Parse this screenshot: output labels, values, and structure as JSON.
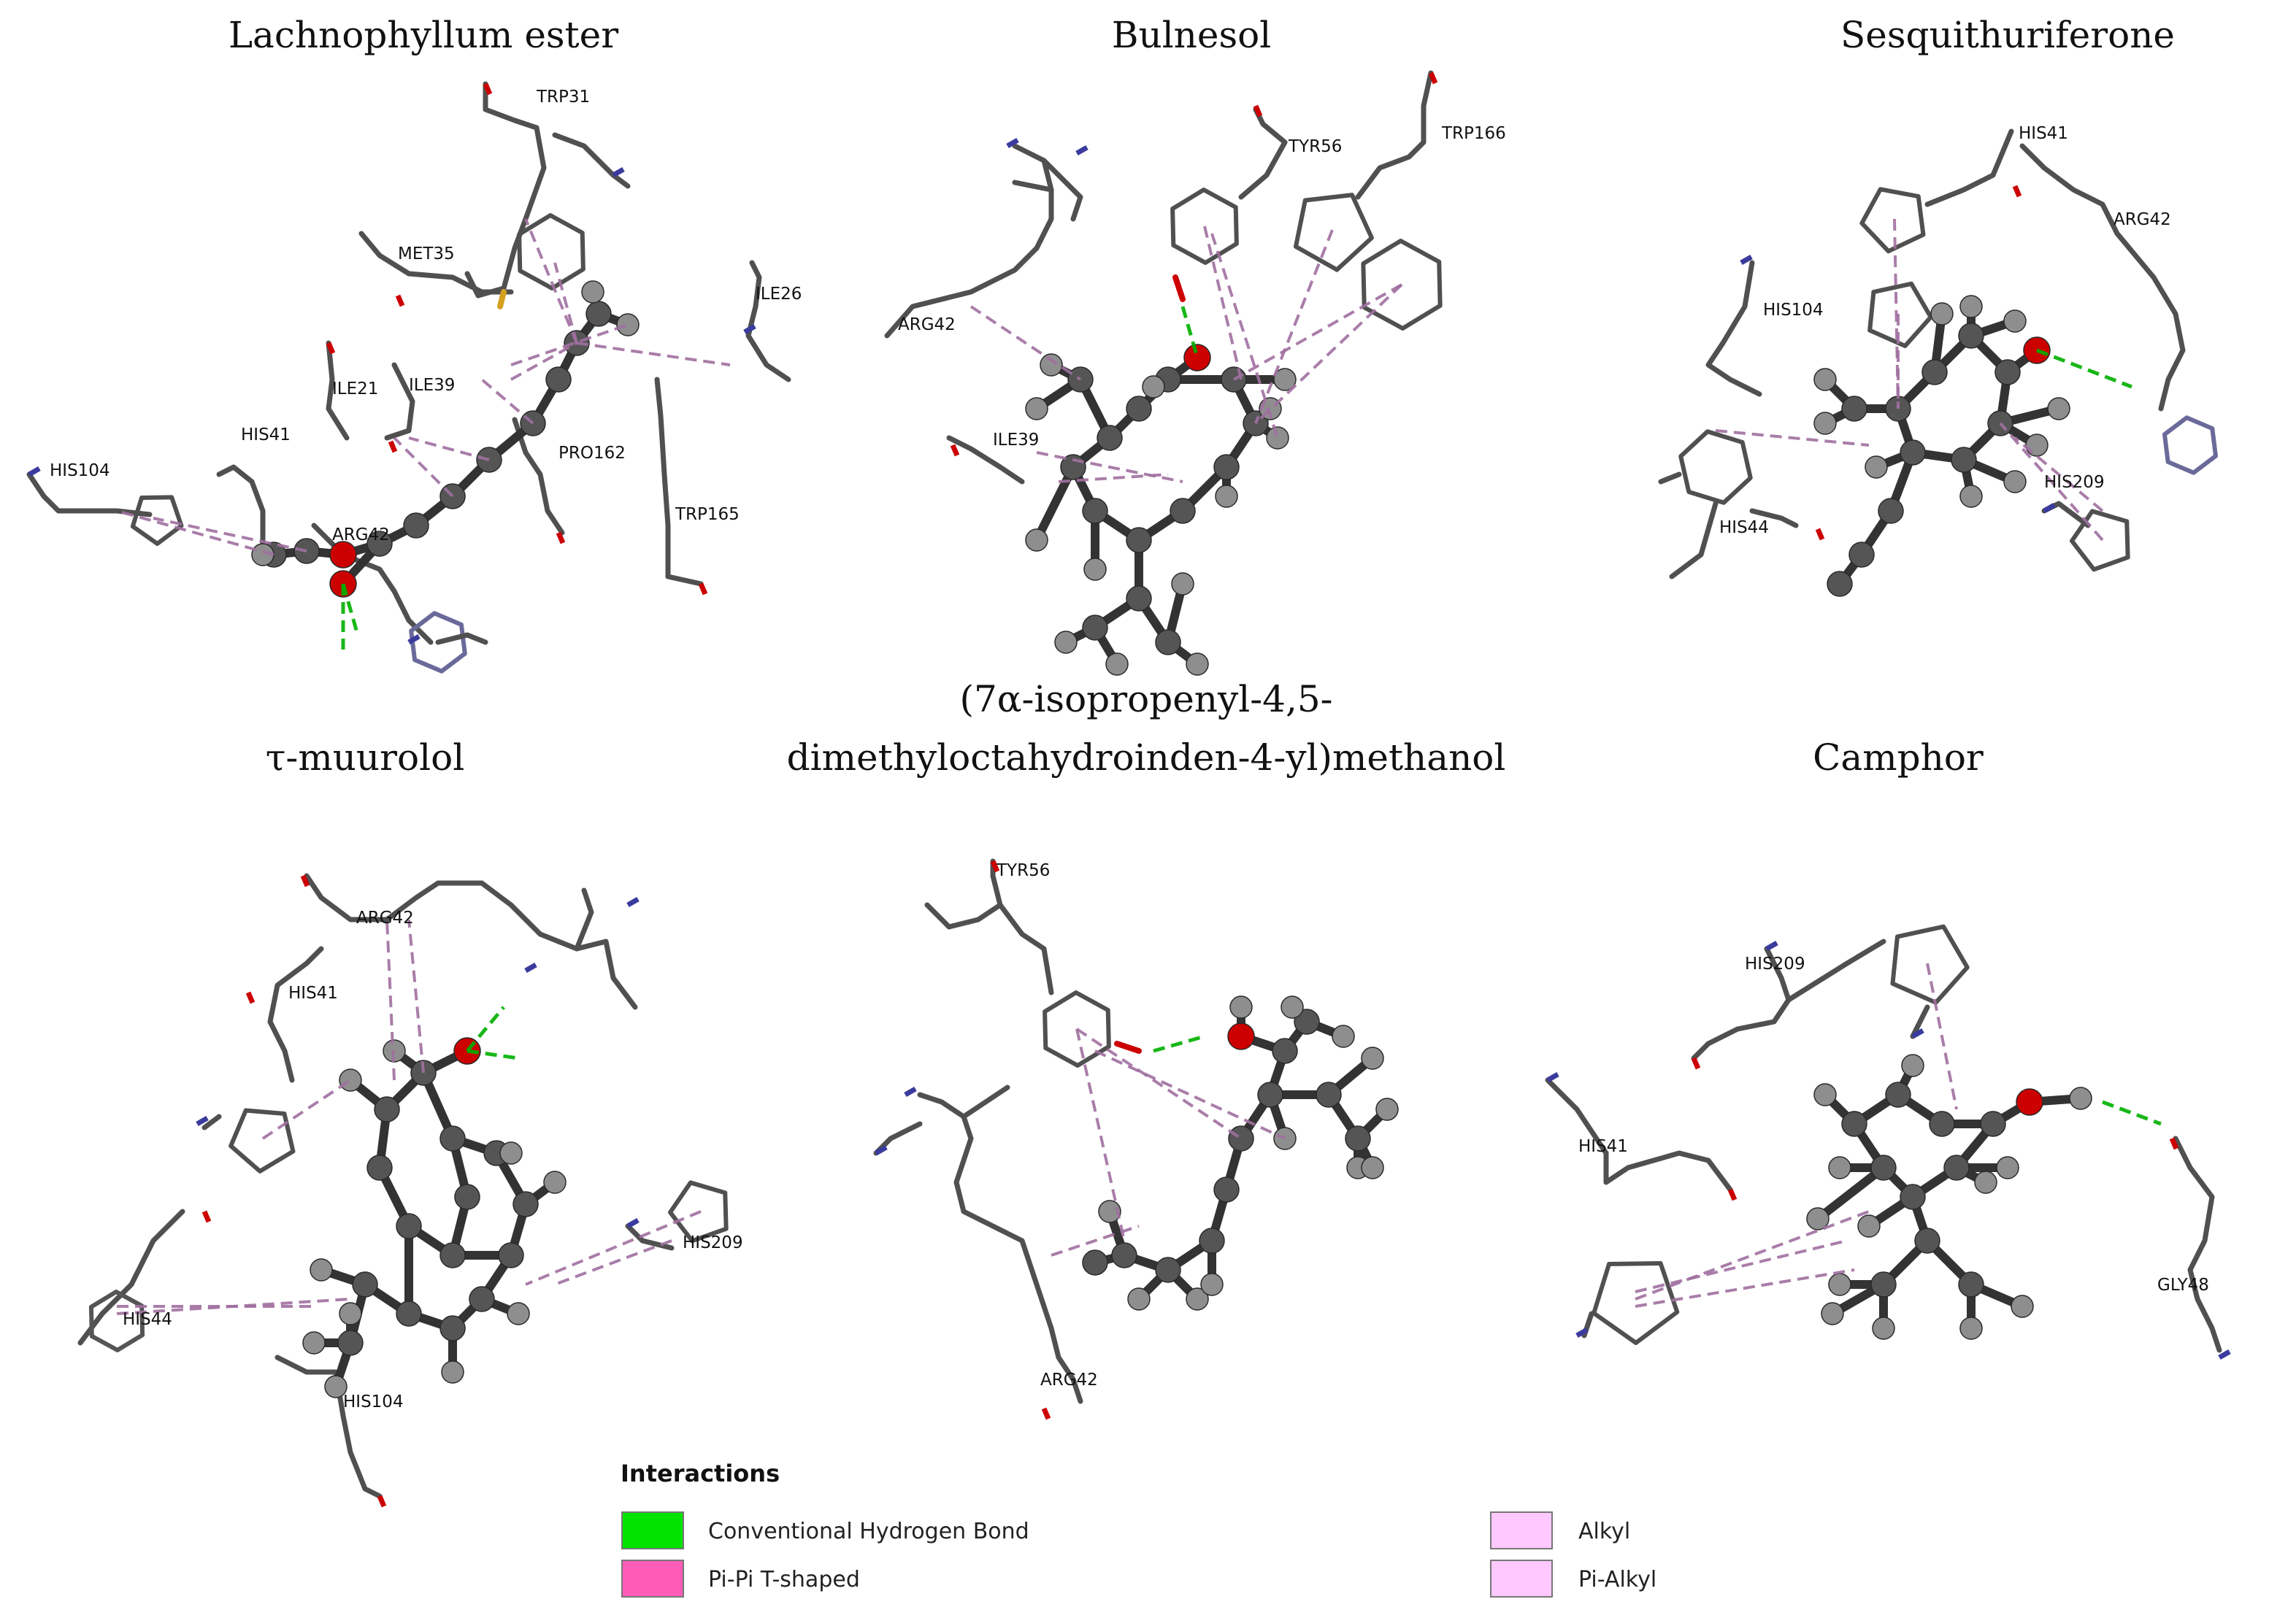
{
  "panels": [
    {
      "id": "lachnophyllum",
      "title_lines": [
        "Lachnophyllum ester"
      ],
      "residues": [
        "TRP31",
        "MET35",
        "ILE26",
        "ILE21",
        "ILE39",
        "PRO162",
        "HIS104",
        "HIS41",
        "ARG42",
        "TRP165"
      ]
    },
    {
      "id": "bulnesol",
      "title_lines": [
        "Bulnesol"
      ],
      "residues": [
        "TYR56",
        "TRP166",
        "ARG42",
        "ILE39"
      ]
    },
    {
      "id": "sesquithuriferone",
      "title_lines": [
        "Sesquithuriferone"
      ],
      "residues": [
        "HIS41",
        "ARG42",
        "HIS104",
        "HIS209",
        "HIS44"
      ]
    },
    {
      "id": "muurolol",
      "title_lines": [
        "τ-muurolol"
      ],
      "residues": [
        "ARG42",
        "HIS41",
        "HIS209",
        "HIS44",
        "HIS104"
      ]
    },
    {
      "id": "inden_methanol",
      "title_lines": [
        "(7α-isopropenyl-4,5-",
        "dimethyloctahydroinden-4-yl)methanol"
      ],
      "residues": [
        "TYR56",
        "ARG42"
      ]
    },
    {
      "id": "camphor",
      "title_lines": [
        "Camphor"
      ],
      "residues": [
        "HIS209",
        "HIS41",
        "GLY48"
      ]
    }
  ],
  "legend": {
    "heading": "Interactions",
    "items": [
      {
        "label": "Conventional Hydrogen Bond",
        "color": "#00e400"
      },
      {
        "label": "Pi-Pi T-shaped",
        "color": "#ff5cb8"
      },
      {
        "label": "Alkyl",
        "color": "#ffc8ff"
      },
      {
        "label": "Pi-Alkyl",
        "color": "#ffc8ff"
      }
    ]
  },
  "colors": {
    "carbon": "#555555",
    "carbon_dark": "#333333",
    "hydrogen": "#8e8e8e",
    "oxygen": "#cc0000",
    "nitrogen": "#3b3b9e",
    "sulfur": "#d4a020",
    "hbond": "#00b000",
    "hydrophobic": "#a070a0"
  }
}
